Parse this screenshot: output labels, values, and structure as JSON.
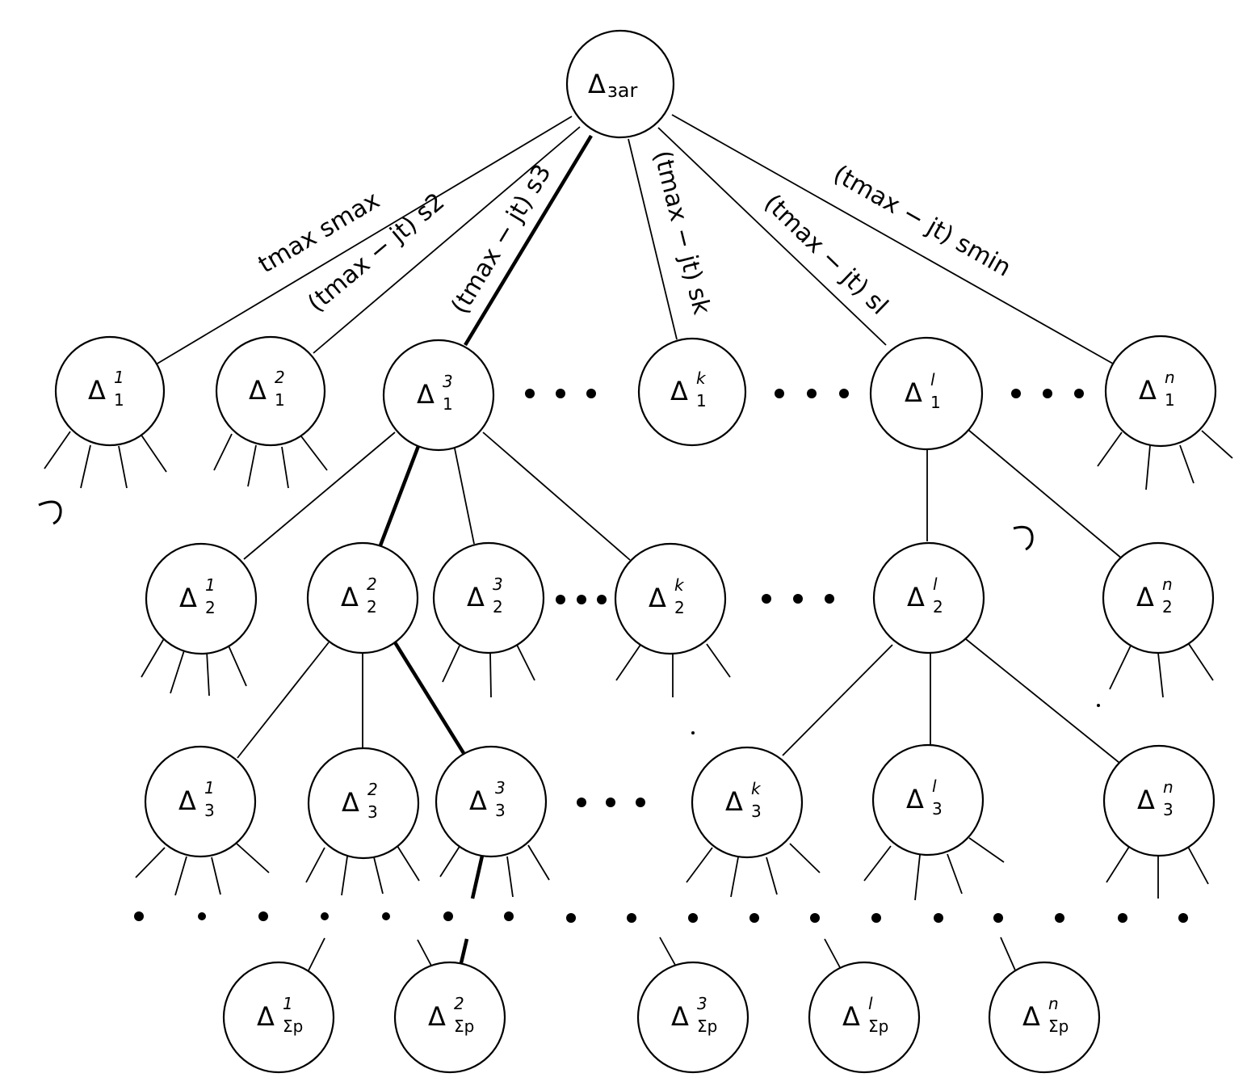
{
  "root": {
    "symbol": "Δ",
    "sub": "зar"
  },
  "edge_labels": {
    "e1": "tmax  smax",
    "e2": "(tmax − jt) s2",
    "e3": "(tmax − jt) s3",
    "ek": "(tmax − jt) sk",
    "el": "(tmax − jt) sl",
    "en": "(tmax − jt) smin"
  },
  "nodes": {
    "n11": {
      "symbol": "Δ",
      "sup": "1",
      "sub": "1"
    },
    "n12": {
      "symbol": "Δ",
      "sup": "2",
      "sub": "1"
    },
    "n13": {
      "symbol": "Δ",
      "sup": "3",
      "sub": "1"
    },
    "n1k": {
      "symbol": "Δ",
      "sup": "k",
      "sub": "1"
    },
    "n1l": {
      "symbol": "Δ",
      "sup": "l",
      "sub": "1"
    },
    "n1n": {
      "symbol": "Δ",
      "sup": "n",
      "sub": "1"
    },
    "n21": {
      "symbol": "Δ",
      "sup": "1",
      "sub": "2"
    },
    "n22": {
      "symbol": "Δ",
      "sup": "2",
      "sub": "2"
    },
    "n23": {
      "symbol": "Δ",
      "sup": "3",
      "sub": "2"
    },
    "n2k": {
      "symbol": "Δ",
      "sup": "k",
      "sub": "2"
    },
    "n2l": {
      "symbol": "Δ",
      "sup": "l",
      "sub": "2"
    },
    "n2n": {
      "symbol": "Δ",
      "sup": "n",
      "sub": "2"
    },
    "n31": {
      "symbol": "Δ",
      "sup": "1",
      "sub": "3"
    },
    "n32": {
      "symbol": "Δ",
      "sup": "2",
      "sub": "3"
    },
    "n33": {
      "symbol": "Δ",
      "sup": "3",
      "sub": "3"
    },
    "n3k": {
      "symbol": "Δ",
      "sup": "k",
      "sub": "3"
    },
    "n3l": {
      "symbol": "Δ",
      "sup": "l",
      "sub": "3"
    },
    "n3n": {
      "symbol": "Δ",
      "sup": "n",
      "sub": "3"
    },
    "np1": {
      "symbol": "Δ",
      "sup": "1",
      "sub": "Σp"
    },
    "np2": {
      "symbol": "Δ",
      "sup": "2",
      "sub": "Σp"
    },
    "np3": {
      "symbol": "Δ",
      "sup": "3",
      "sub": "Σp"
    },
    "npl": {
      "symbol": "Δ",
      "sup": "l",
      "sub": "Σp"
    },
    "npn": {
      "symbol": "Δ",
      "sup": "n",
      "sub": "Σp"
    }
  }
}
